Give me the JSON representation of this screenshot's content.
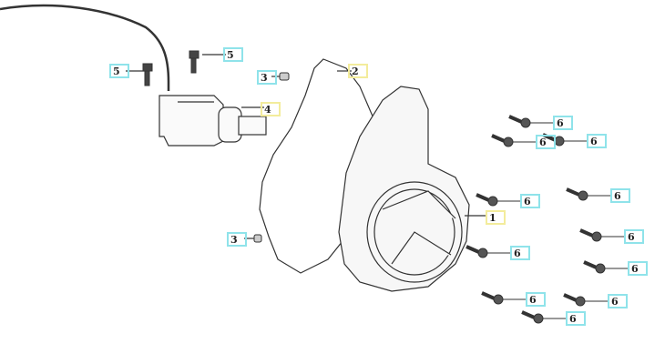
{
  "diagram": {
    "title": "Left crankcase cover / starter motor parts diagram",
    "colors": {
      "callout_blue": "#8fe3ea",
      "callout_yellow": "#f3ec9c",
      "line": "#333333"
    },
    "callouts": [
      {
        "id": "c1",
        "label": "1",
        "part": "crankcase-cover"
      },
      {
        "id": "c2",
        "label": "2",
        "part": "gasket"
      },
      {
        "id": "c3a",
        "label": "3",
        "part": "dowel-pin"
      },
      {
        "id": "c3b",
        "label": "3",
        "part": "dowel-pin"
      },
      {
        "id": "c4",
        "label": "4",
        "part": "starter-motor"
      },
      {
        "id": "c5a",
        "label": "5",
        "part": "bolt"
      },
      {
        "id": "c5b",
        "label": "5",
        "part": "bolt"
      },
      {
        "id": "c6",
        "label": "6",
        "part": "bolt"
      }
    ]
  }
}
